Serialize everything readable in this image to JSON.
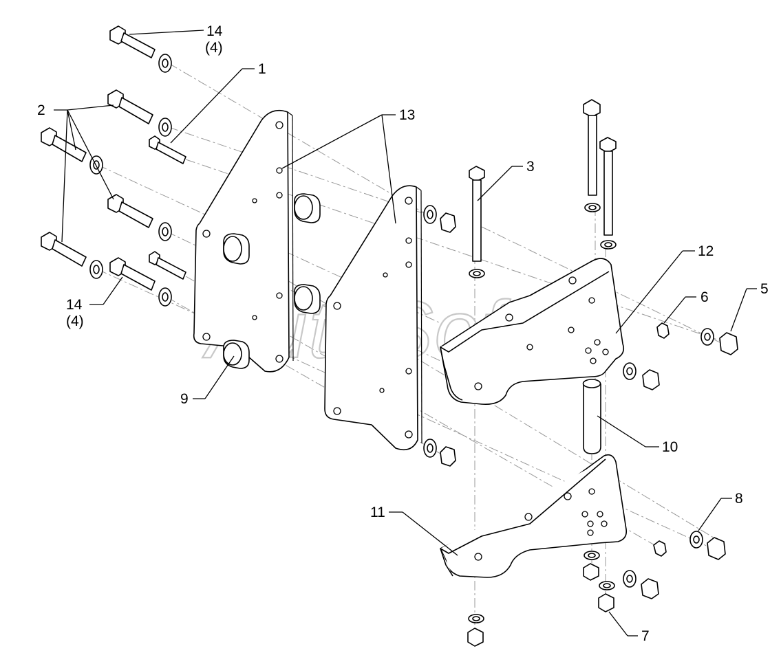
{
  "watermark": "AutoSoft",
  "callouts": {
    "c1": "1",
    "c2": "2",
    "c3": "3",
    "c5": "5",
    "c6": "6",
    "c7": "7",
    "c8": "8",
    "c9": "9",
    "c10": "10",
    "c11": "11",
    "c12": "12",
    "c13": "13",
    "c14_top": "14",
    "c14_top_qty": "(4)",
    "c14_bottom": "14",
    "c14_bottom_qty": "(4)"
  }
}
